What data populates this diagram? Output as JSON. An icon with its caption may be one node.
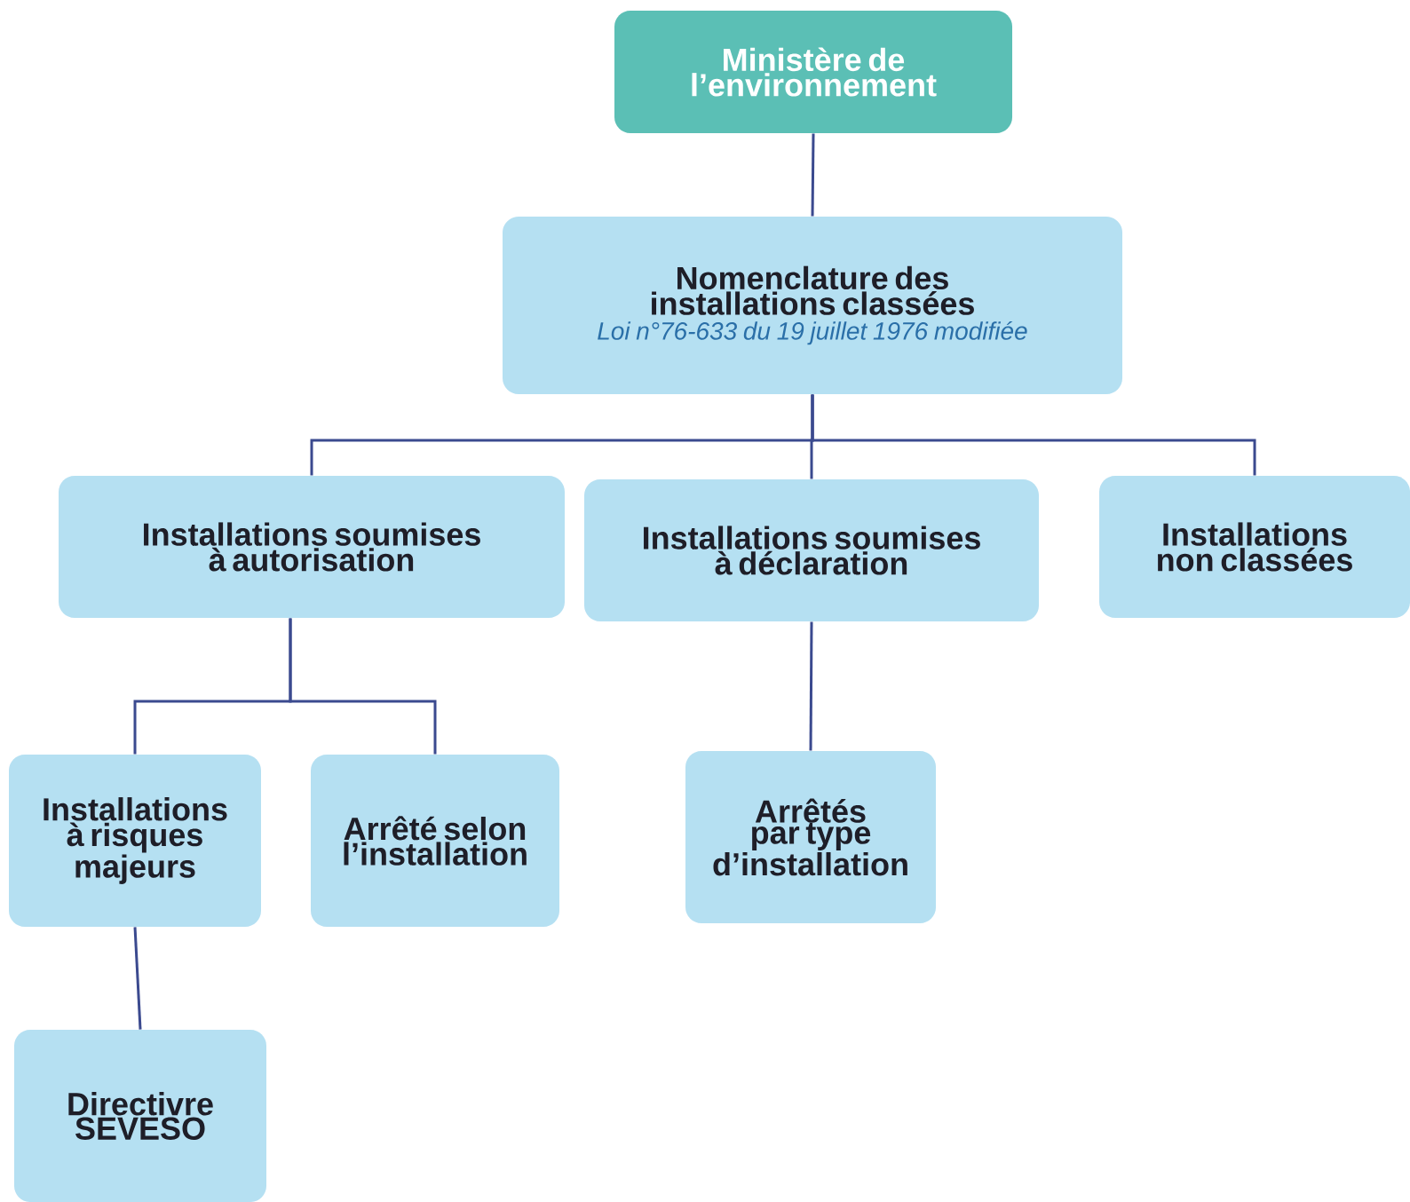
{
  "diagram": {
    "nodes": [
      {
        "text": [
          "Ministère de l’environnement"
        ]
      },
      {
        "text": [
          "Nomenclature des installations classées",
          "Loi n°76-633 du 19 juillet 1976 modifiée"
        ]
      },
      {
        "text": [
          "Installations soumises à autorisation"
        ]
      },
      {
        "text": [
          "Installations soumises à déclaration"
        ]
      },
      {
        "text": [
          "Installations non classées"
        ]
      },
      {
        "text": [
          "Installations à risques majeurs"
        ]
      },
      {
        "text": [
          "Arrêté selon l’installation"
        ]
      },
      {
        "text": [
          "Arrêtés par type d’installation"
        ]
      },
      {
        "text": [
          "Directivre SEVESO"
        ]
      }
    ],
    "edges": [
      {
        "from": 0,
        "to": 1,
        "arrow": "none"
      },
      {
        "from": 1,
        "to": 2,
        "arrow": "none"
      },
      {
        "from": 1,
        "to": 3,
        "arrow": "none"
      },
      {
        "from": 1,
        "to": 4,
        "arrow": "none"
      },
      {
        "from": 2,
        "to": 5,
        "arrow": "none"
      },
      {
        "from": 2,
        "to": 6,
        "arrow": "none"
      },
      {
        "from": 3,
        "to": 7,
        "arrow": "none"
      },
      {
        "from": 5,
        "to": 8,
        "arrow": "none"
      }
    ]
  }
}
